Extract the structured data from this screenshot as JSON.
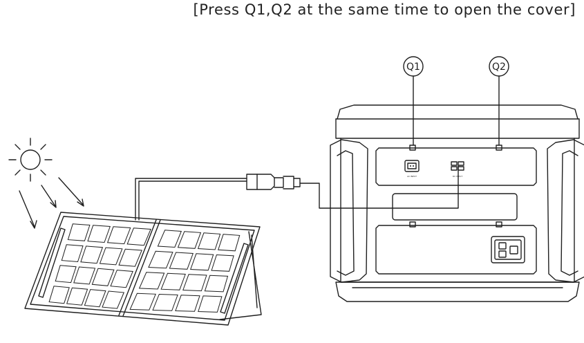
{
  "instruction": "[Press Q1,Q2 at the same time to open the cover]",
  "callouts": {
    "q1": "Q1",
    "q2": "Q2"
  },
  "ports": {
    "ac_label": "AC INPUT",
    "dc_label": "DC INPUT"
  },
  "colors": {
    "line": "#1f1f1f",
    "background": "#ffffff"
  },
  "icons": [
    "sun-icon",
    "solar-panel",
    "connector-plug",
    "power-station"
  ]
}
